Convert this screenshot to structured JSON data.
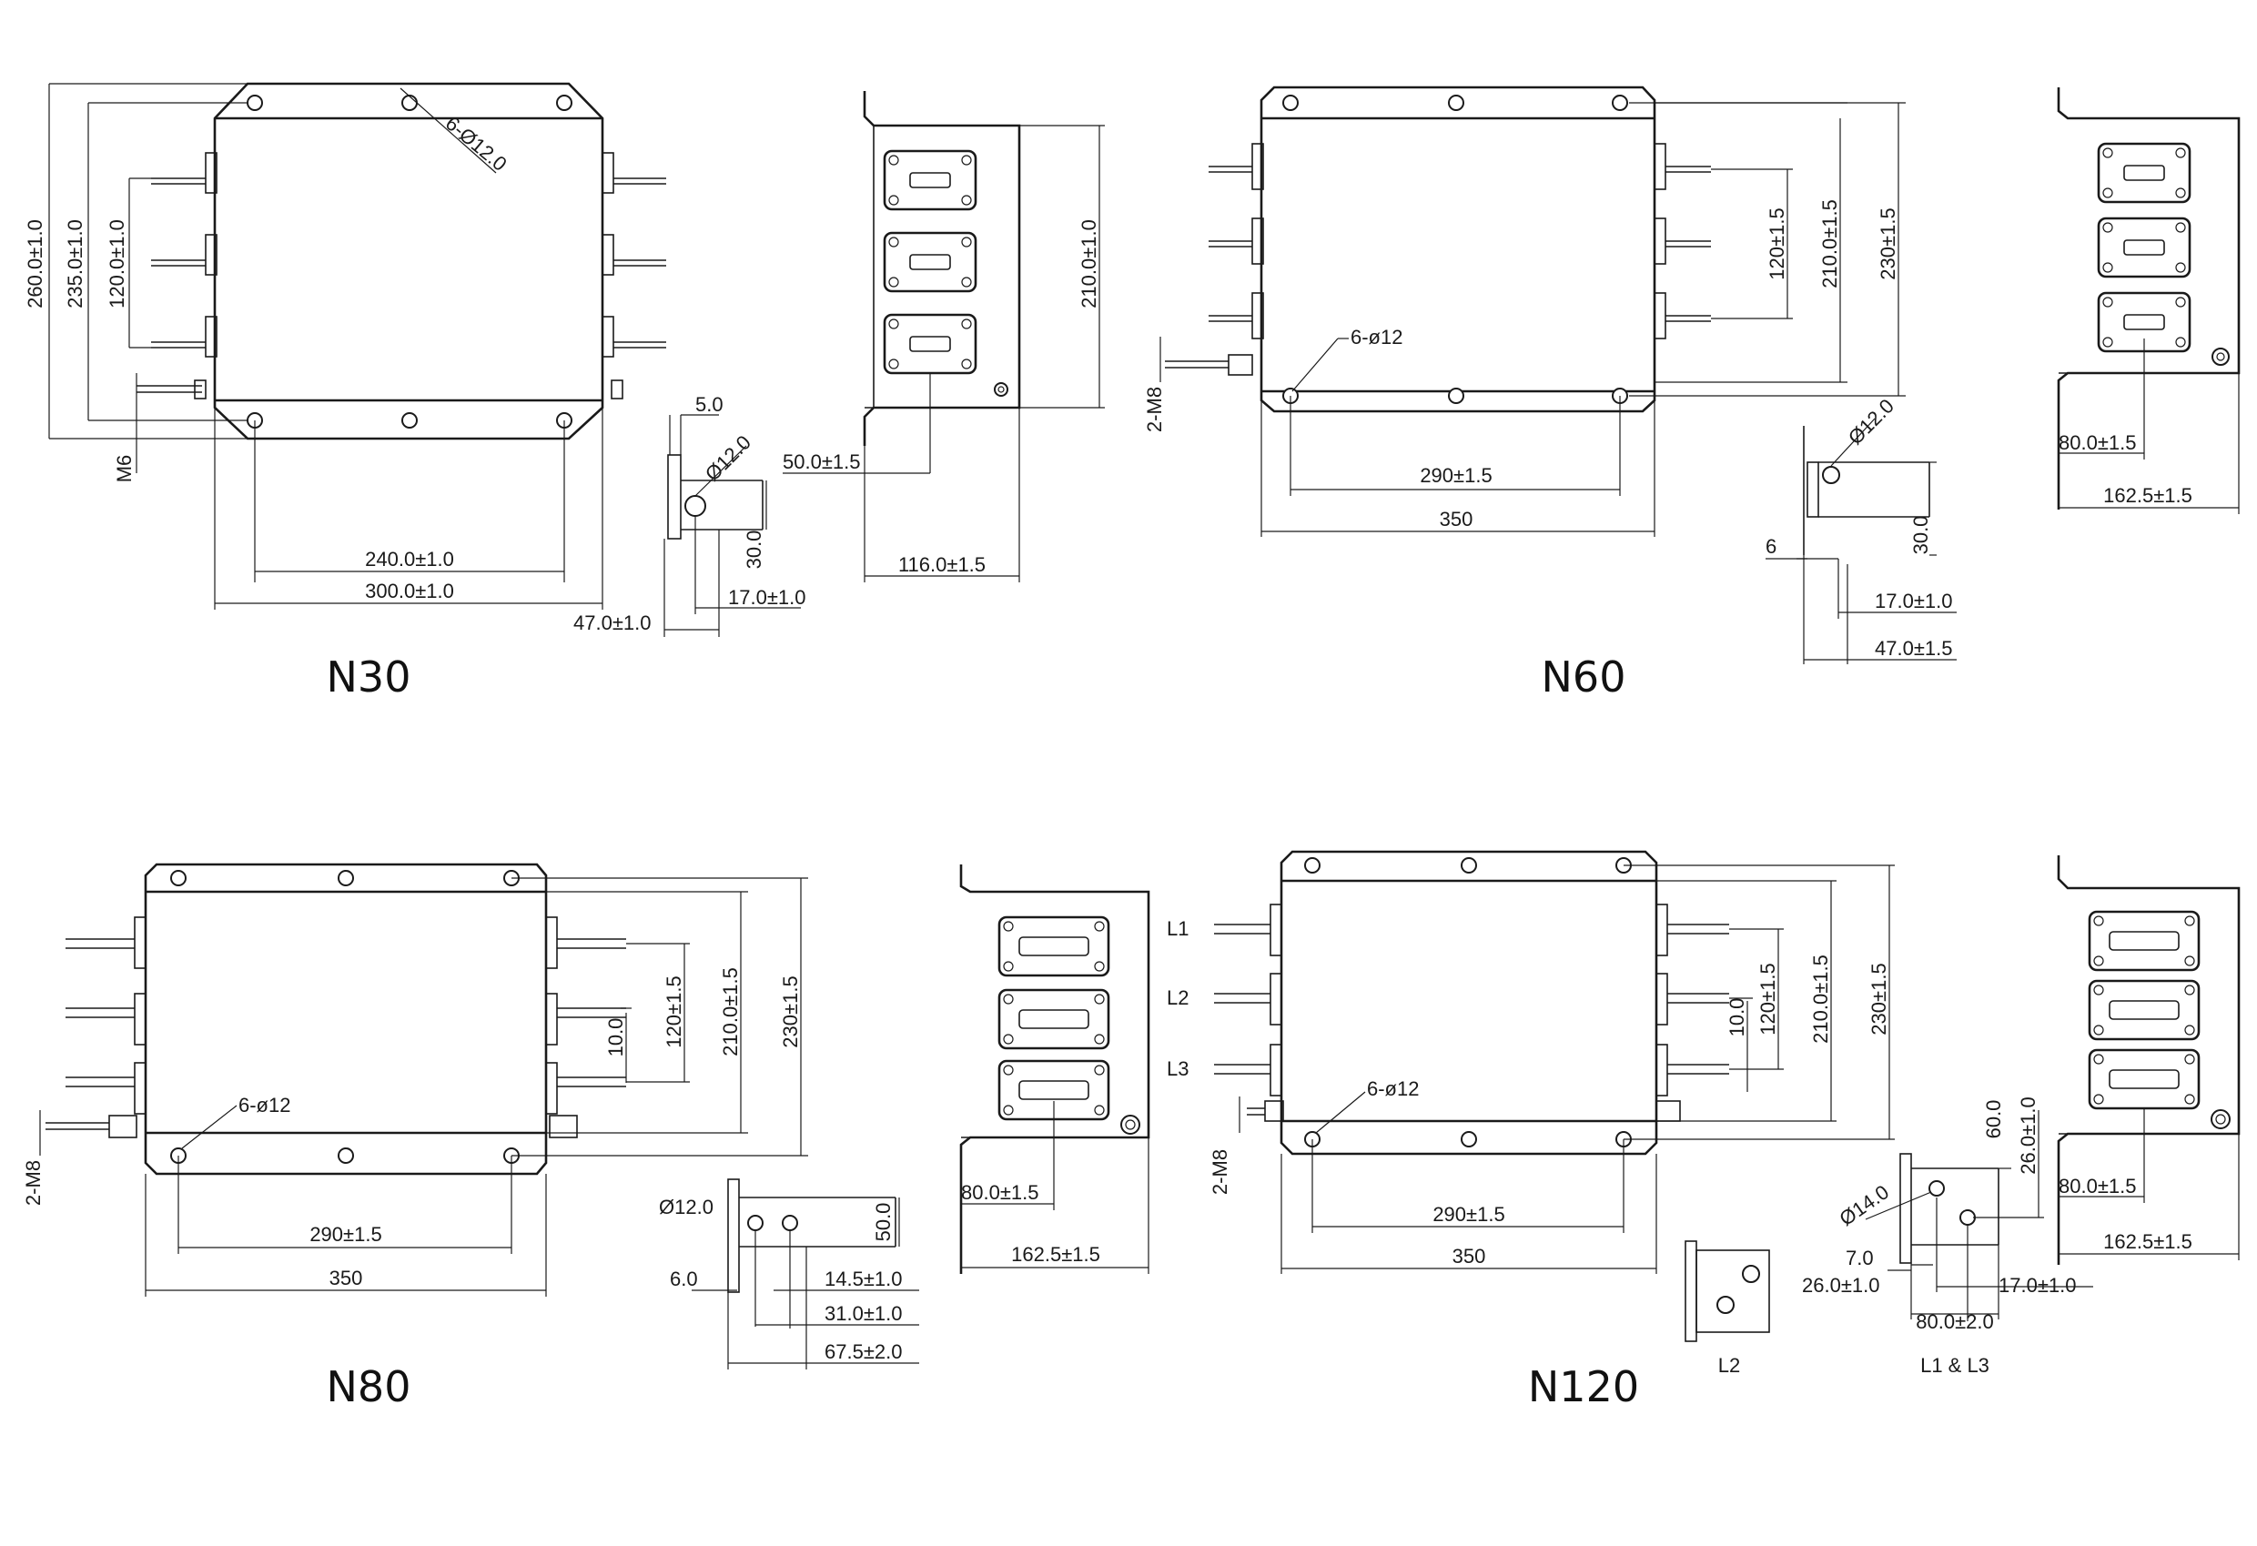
{
  "models": {
    "n30": {
      "name": "N30",
      "dims": {
        "h260": "260.0±1.0",
        "h235": "235.0±1.0",
        "h120": "120.0±1.0",
        "holes": "6-Ø12.0",
        "thread": "M6",
        "w240": "240.0±1.0",
        "w300": "300.0±1.0",
        "bracket_t": "5.0",
        "bracket_hole": "Ø12.0",
        "bracket_h": "30.0",
        "bracket_47": "47.0±1.0",
        "bracket_17": "17.0±1.0",
        "side_210": "210.0±1.0",
        "side_50": "50.0±1.5",
        "side_116": "116.0±1.5"
      }
    },
    "n60": {
      "name": "N60",
      "dims": {
        "holes": "6-ø12",
        "thread": "2-M8",
        "h120": "120±1.5",
        "h210": "210.0±1.5",
        "h230": "230±1.5",
        "w290": "290±1.5",
        "w350": "350",
        "bracket_hole": "Ø12.0",
        "bracket_h": "30.0",
        "bracket_t": "6",
        "bracket_17": "17.0±1.0",
        "bracket_47": "47.0±1.5",
        "side_80": "80.0±1.5",
        "side_162": "162.5±1.5"
      }
    },
    "n80": {
      "name": "N80",
      "dims": {
        "holes": "6-ø12",
        "thread": "2-M8",
        "h10": "10.0",
        "h120": "120±1.5",
        "h210": "210.0±1.5",
        "h230": "230±1.5",
        "w290": "290±1.5",
        "w350": "350",
        "bracket_hole": "Ø12.0",
        "bracket_h": "50.0",
        "bracket_t": "6.0",
        "bracket_145": "14.5±1.0",
        "bracket_31": "31.0±1.0",
        "bracket_675": "67.5±2.0",
        "side_80": "80.0±1.5",
        "side_162": "162.5±1.5"
      }
    },
    "n120": {
      "name": "N120",
      "dims": {
        "L1": "L1",
        "L2": "L2",
        "L3": "L3",
        "holes": "6-ø12",
        "thread": "2-M8",
        "h10": "10.0",
        "h120": "120±1.5",
        "h210": "210.0±1.5",
        "h230": "230±1.5",
        "w290": "290±1.5",
        "w350": "350",
        "bracket_hole": "Ø14.0",
        "bracket_60": "60.0",
        "bracket_26v": "26.0±1.0",
        "bracket_7": "7.0",
        "bracket_26h": "26.0±1.0",
        "bracket_17": "17.0±1.0",
        "bracket_80": "80.0±2.0",
        "bracket_L2": "L2",
        "bracket_L13": "L1 & L3",
        "side_80": "80.0±1.5",
        "side_162": "162.5±1.5"
      }
    }
  }
}
